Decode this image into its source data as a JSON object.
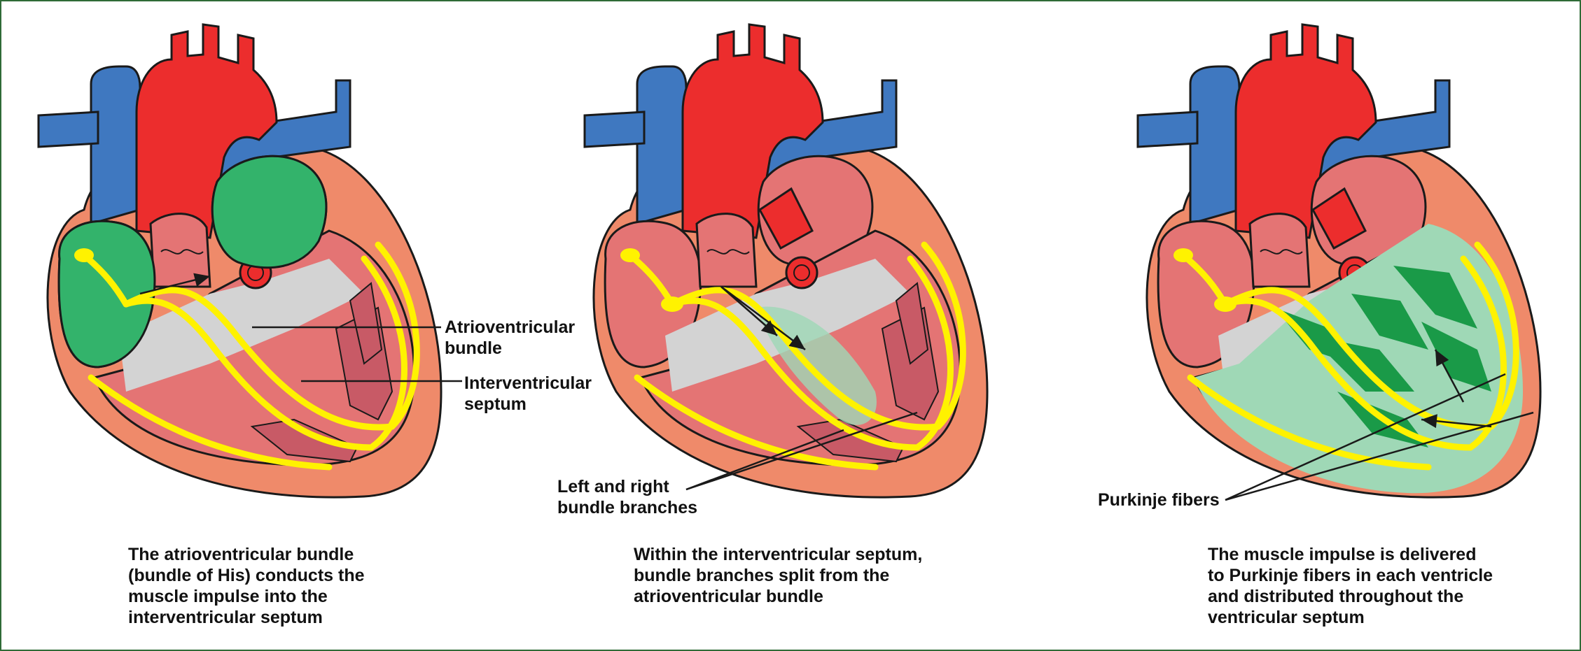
{
  "colors": {
    "vein": "#3f78c0",
    "artery": "#ec2d2d",
    "wall": "#ef8a6a",
    "chamber": "#e47474",
    "tendon": "#d3d3d3",
    "muscle": "#c85a66",
    "conduction": "#fff200",
    "impulse": "#33b36b",
    "purkinje_light": "#9fd8b6",
    "purkinje_dark": "#1a9a48",
    "outline": "#1a1a1a",
    "frame": "#2f6b36"
  },
  "panels": [
    {
      "caption_lines": [
        "The atrioventricular bundle",
        "(bundle of His) conducts the",
        "muscle impulse into the",
        "interventricular septum"
      ],
      "labels": [
        {
          "lines": [
            "Atrioventricular",
            "bundle"
          ]
        },
        {
          "lines": [
            "Interventricular",
            "septum"
          ]
        }
      ]
    },
    {
      "caption_lines": [
        "Within the interventricular septum,",
        "bundle branches split from the",
        "atrioventricular bundle"
      ],
      "labels": [
        {
          "lines": [
            "Left and right",
            "bundle branches"
          ]
        }
      ]
    },
    {
      "caption_lines": [
        "The muscle impulse is delivered",
        "to Purkinje fibers in each ventricle",
        "and distributed throughout the",
        "ventricular septum"
      ],
      "labels": [
        {
          "lines": [
            "Purkinje fibers"
          ]
        }
      ]
    }
  ]
}
